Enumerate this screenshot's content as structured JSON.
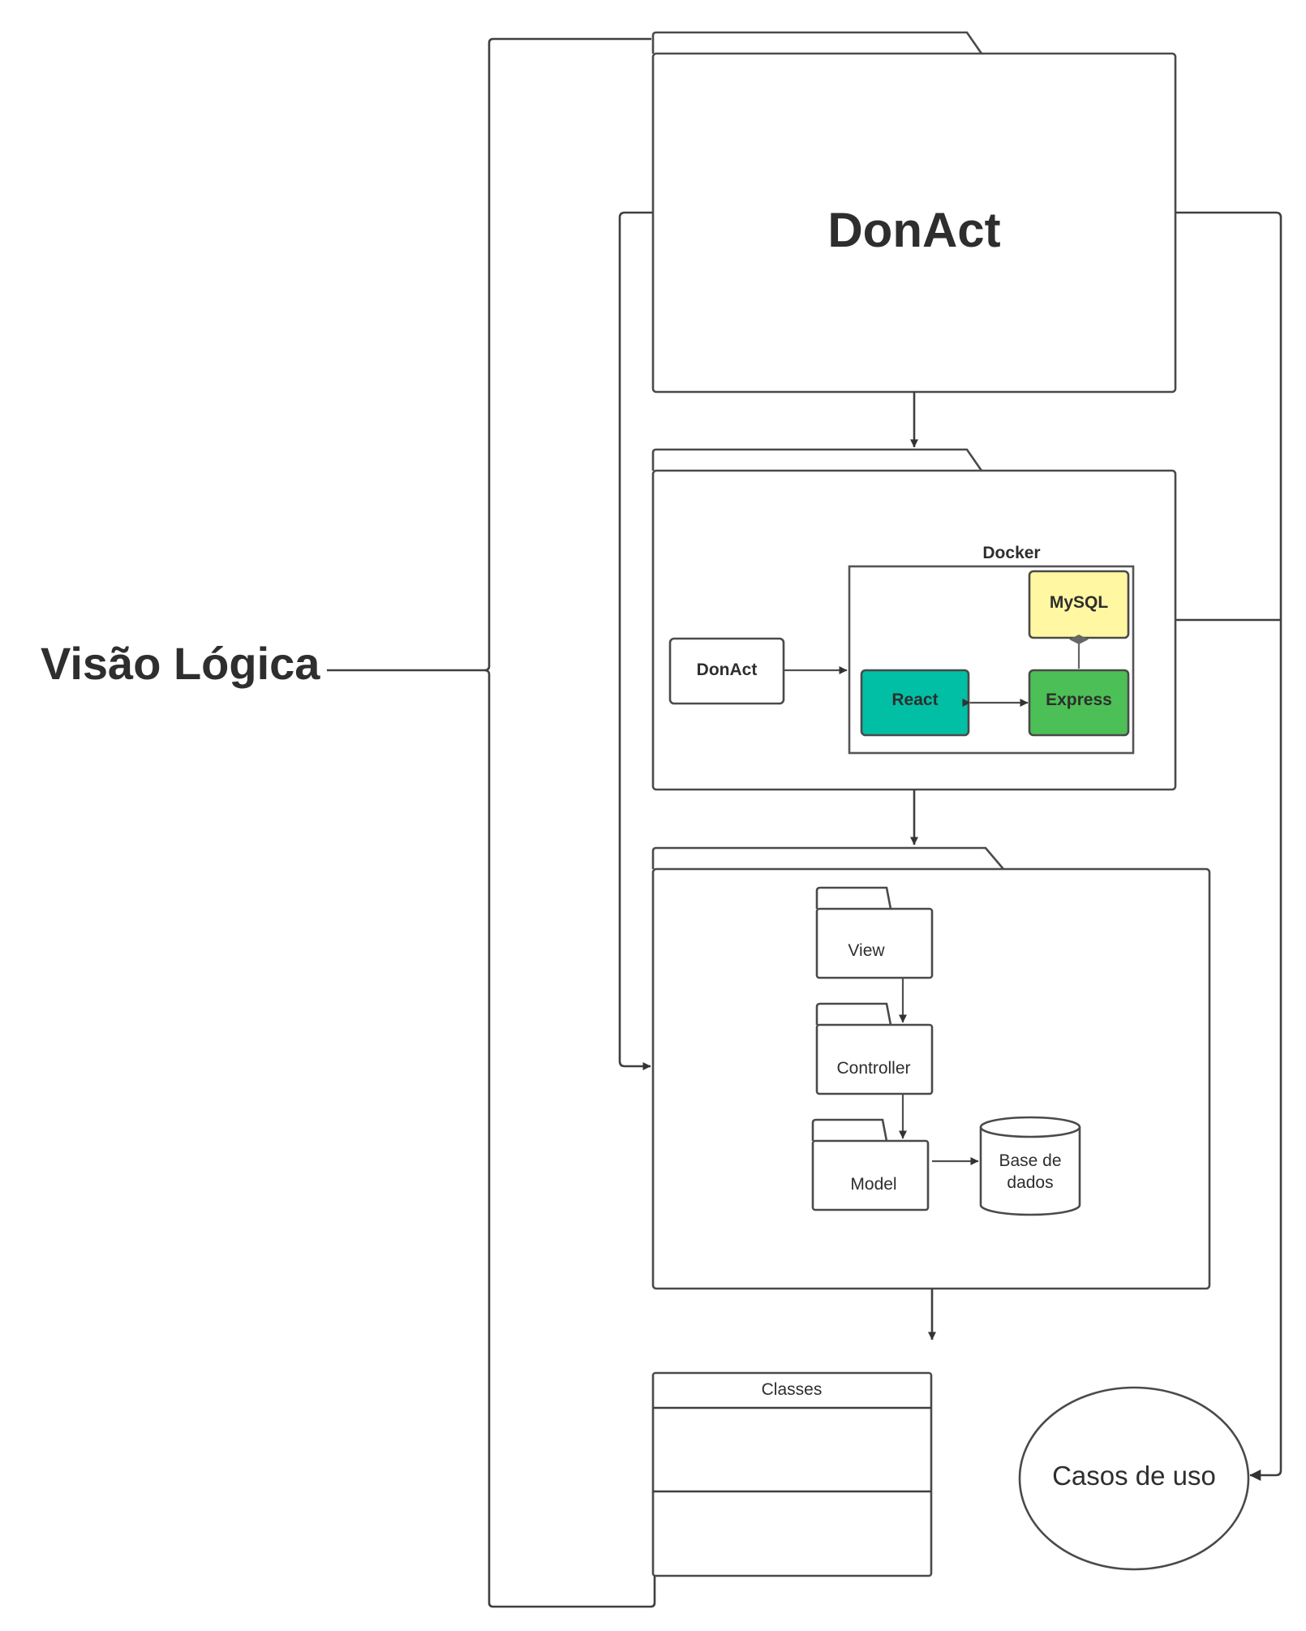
{
  "title": "Visão Lógica",
  "packages": {
    "top": {
      "label": "DonAct"
    },
    "deployment": {
      "container_label": "Docker",
      "client_label": "DonAct",
      "react_label": "React",
      "express_label": "Express",
      "mysql_label": "MySQL"
    },
    "mvc": {
      "view_label": "View",
      "controller_label": "Controller",
      "model_label": "Model",
      "database_label_line1": "Base de",
      "database_label_line2": "dados"
    }
  },
  "classes": {
    "label": "Classes"
  },
  "use_cases": {
    "label": "Casos de uso"
  },
  "colors": {
    "react": "#00bfa5",
    "express": "#4cbf56",
    "mysql": "#fff7a1",
    "stroke": "#4a4a4a",
    "text": "#2e2e2e"
  }
}
